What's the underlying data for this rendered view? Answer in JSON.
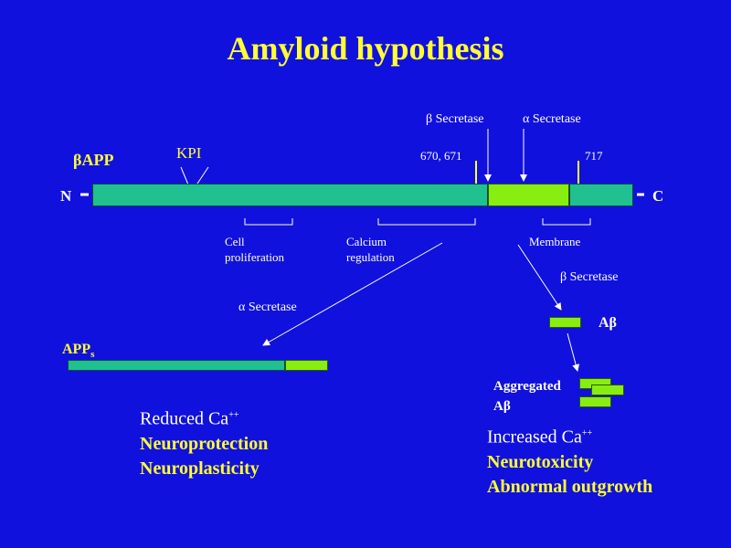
{
  "title": "Amyloid hypothesis",
  "protein": {
    "label_beta": "β",
    "label_app": "APP",
    "n_term": "N",
    "c_term": "C",
    "kpi": "KPI",
    "beta_secretase": "β Secretase",
    "alpha_secretase": "α Secretase",
    "site_670": "670, 671",
    "site_717": "717"
  },
  "domains": {
    "cell": [
      "Cell",
      "proliferation"
    ],
    "calcium": [
      "Calcium",
      "regulation"
    ],
    "membrane": "Membrane"
  },
  "pathways": {
    "alpha_label": "α Secretase",
    "beta_label": "β Secretase",
    "apps_main": "APP",
    "apps_sub": "s",
    "abeta": "Aβ",
    "aggregated_1": "Aggregated",
    "aggregated_2": "Aβ"
  },
  "left_outcome": {
    "line1_main": "Reduced Ca",
    "line1_sup": "++",
    "line2": "Neuroprotection",
    "line3": "Neuroplasticity"
  },
  "right_outcome": {
    "line1_main": "Increased Ca",
    "line1_sup": "++",
    "line2": "Neurotoxicity",
    "line3": "Abnormal outgrowth"
  },
  "colors": {
    "background": "#1111dd",
    "teal": "#20c090",
    "lime": "#88ee11",
    "yellow": "#ffff33"
  }
}
